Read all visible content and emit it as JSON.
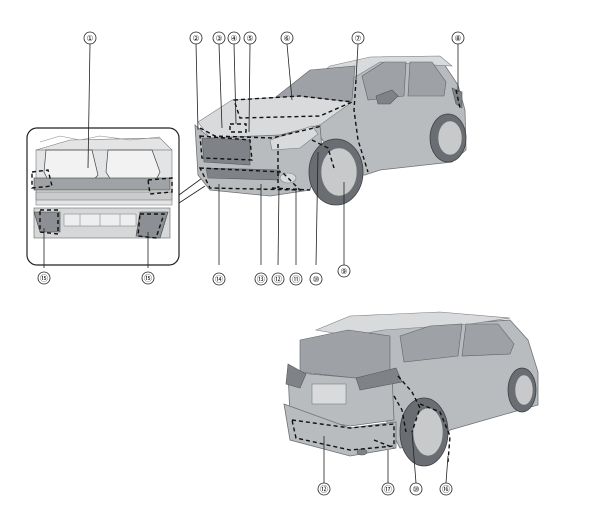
{
  "diagram": {
    "front_callouts": [
      {
        "id": "c1",
        "label": "①"
      },
      {
        "id": "c2",
        "label": "②"
      },
      {
        "id": "c3",
        "label": "③"
      },
      {
        "id": "c4",
        "label": "④"
      },
      {
        "id": "c5",
        "label": "⑤"
      },
      {
        "id": "c6",
        "label": "⑥"
      },
      {
        "id": "c7",
        "label": "⑦"
      },
      {
        "id": "c8",
        "label": "⑧"
      },
      {
        "id": "c9",
        "label": "⑨"
      },
      {
        "id": "c10",
        "label": "⑩"
      },
      {
        "id": "c11",
        "label": "⑪"
      },
      {
        "id": "c12",
        "label": "⑫"
      },
      {
        "id": "c13",
        "label": "⑬"
      },
      {
        "id": "c14",
        "label": "⑭"
      },
      {
        "id": "c15a",
        "label": "⑮"
      },
      {
        "id": "c15b",
        "label": "⑮"
      }
    ],
    "rear_callouts": [
      {
        "id": "r12",
        "label": "⑫"
      },
      {
        "id": "r17",
        "label": "⑰"
      },
      {
        "id": "r10",
        "label": "⑩"
      },
      {
        "id": "r16",
        "label": "⑯"
      }
    ]
  }
}
